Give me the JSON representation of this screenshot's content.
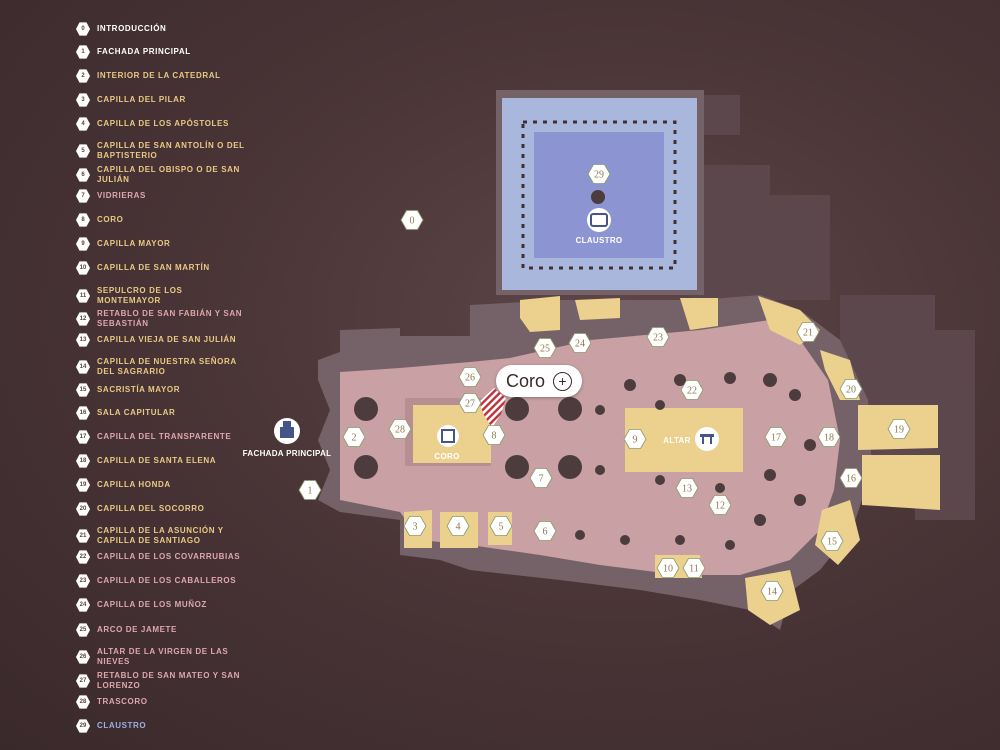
{
  "legend": [
    {
      "num": "0",
      "label": "INTRODUCCIÓN",
      "color": "#ffffff"
    },
    {
      "num": "1",
      "label": "FACHADA PRINCIPAL",
      "color": "#ffffff"
    },
    {
      "num": "2",
      "label": "INTERIOR DE LA CATEDRAL",
      "color": "#e9c984"
    },
    {
      "num": "3",
      "label": "CAPILLA DEL PILAR",
      "color": "#e9c984"
    },
    {
      "num": "4",
      "label": "CAPILLA DE LOS APÓSTOLES",
      "color": "#e9c984"
    },
    {
      "num": "5",
      "label": "CAPILLA DE SAN ANTOLÍN O DEL BAPTISTERIO",
      "color": "#e9c984"
    },
    {
      "num": "6",
      "label": "CAPILLA DEL OBISPO O DE SAN JULIÁN",
      "color": "#e9c984"
    },
    {
      "num": "7",
      "label": "VIDRIERAS",
      "color": "#dfa7ac"
    },
    {
      "num": "8",
      "label": "CORO",
      "color": "#e9c984"
    },
    {
      "num": "9",
      "label": "CAPILLA MAYOR",
      "color": "#e9c984"
    },
    {
      "num": "10",
      "label": "CAPILLA DE SAN MARTÍN",
      "color": "#e9c984"
    },
    {
      "num": "11",
      "label": "SEPULCRO DE LOS MONTEMAYOR",
      "color": "#e9c984"
    },
    {
      "num": "12",
      "label": "RETABLO DE SAN FABIÁN Y SAN SEBASTIÁN",
      "color": "#dfa7ac"
    },
    {
      "num": "13",
      "label": "CAPILLA VIEJA DE SAN JULIÁN",
      "color": "#e9c984"
    },
    {
      "num": "14",
      "label": "CAPILLA DE NUESTRA SEÑORA DEL SAGRARIO",
      "color": "#e9c984"
    },
    {
      "num": "15",
      "label": "SACRISTÍA MAYOR",
      "color": "#e9c984"
    },
    {
      "num": "16",
      "label": "SALA CAPITULAR",
      "color": "#e9c984"
    },
    {
      "num": "17",
      "label": "CAPILLA DEL TRANSPARENTE",
      "color": "#dfa7ac"
    },
    {
      "num": "18",
      "label": "CAPILLA DE SANTA ELENA",
      "color": "#e9c984"
    },
    {
      "num": "19",
      "label": "CAPILLA HONDA",
      "color": "#e9c984"
    },
    {
      "num": "20",
      "label": "CAPILLA DEL SOCORRO",
      "color": "#e9c984"
    },
    {
      "num": "21",
      "label": "CAPILLA DE LA ASUNCIÓN Y CAPILLA DE SANTIAGO",
      "color": "#e9c984"
    },
    {
      "num": "22",
      "label": "CAPILLA DE LOS COVARRUBIAS",
      "color": "#dfa7ac"
    },
    {
      "num": "23",
      "label": "CAPILLA DE LOS CABALLEROS",
      "color": "#dfa7ac"
    },
    {
      "num": "24",
      "label": "CAPILLA DE LOS MUÑOZ",
      "color": "#dfa7ac"
    },
    {
      "num": "25",
      "label": "ARCO DE JAMETE",
      "color": "#dfa7ac"
    },
    {
      "num": "26",
      "label": "ALTAR DE LA VIRGEN DE LAS NIEVES",
      "color": "#dfa7ac"
    },
    {
      "num": "27",
      "label": "RETABLO DE SAN MATEO Y SAN LORENZO",
      "color": "#dfa7ac"
    },
    {
      "num": "28",
      "label": "TRASCORO",
      "color": "#dfa7ac"
    },
    {
      "num": "29",
      "label": "CLAUSTRO",
      "color": "#9ab0e6"
    }
  ],
  "map": {
    "labels": {
      "fachada": "FACHADA PRINCIPAL",
      "claustro": "CLAUSTRO",
      "coro": "CORO",
      "altar": "ALTAR"
    },
    "tooltip": {
      "title": "Coro",
      "plus": "+"
    },
    "markers": [
      "0",
      "1",
      "2",
      "3",
      "4",
      "5",
      "6",
      "7",
      "8",
      "9",
      "10",
      "11",
      "12",
      "13",
      "14",
      "15",
      "16",
      "17",
      "18",
      "19",
      "20",
      "21",
      "22",
      "23",
      "24",
      "25",
      "26",
      "27",
      "28",
      "29"
    ],
    "colors": {
      "nave": "#c9a0a3",
      "chapel": "#ecd08e",
      "cloister_outer": "#a8b7db",
      "cloister_inner": "#8c95d2",
      "walls": "#756268",
      "ruins": "#5b474c",
      "pillar": "#4d3c3e",
      "selection": "#c0303a"
    }
  }
}
